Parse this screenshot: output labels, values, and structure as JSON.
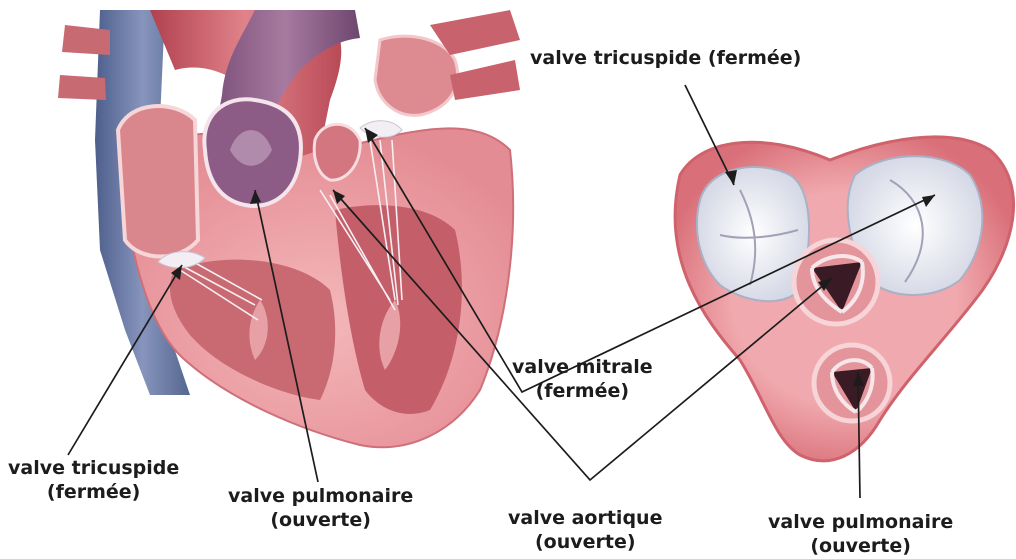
{
  "labels": {
    "tricuspid_top": {
      "line1": "valve tricuspide (fermée)"
    },
    "mitral": {
      "line1": "valve mitrale",
      "line2": "(fermée)"
    },
    "tricuspid_left": {
      "line1": "valve tricuspide",
      "line2": "(fermée)"
    },
    "pulmonary_left": {
      "line1": "valve pulmonaire",
      "line2": "(ouverte)"
    },
    "aortic": {
      "line1": "valve aortique",
      "line2": "(ouverte)"
    },
    "pulmonary_right": {
      "line1": "valve pulmonaire",
      "line2": "(ouverte)"
    }
  },
  "colors": {
    "vein_blue": "#6f7fa6",
    "aorta_red": "#c95a63",
    "myocardium_pink": "#e99aa0",
    "chamber_pink": "#d7858d",
    "valve_white": "#eef0f6",
    "leader_line": "#1c1c1c"
  }
}
